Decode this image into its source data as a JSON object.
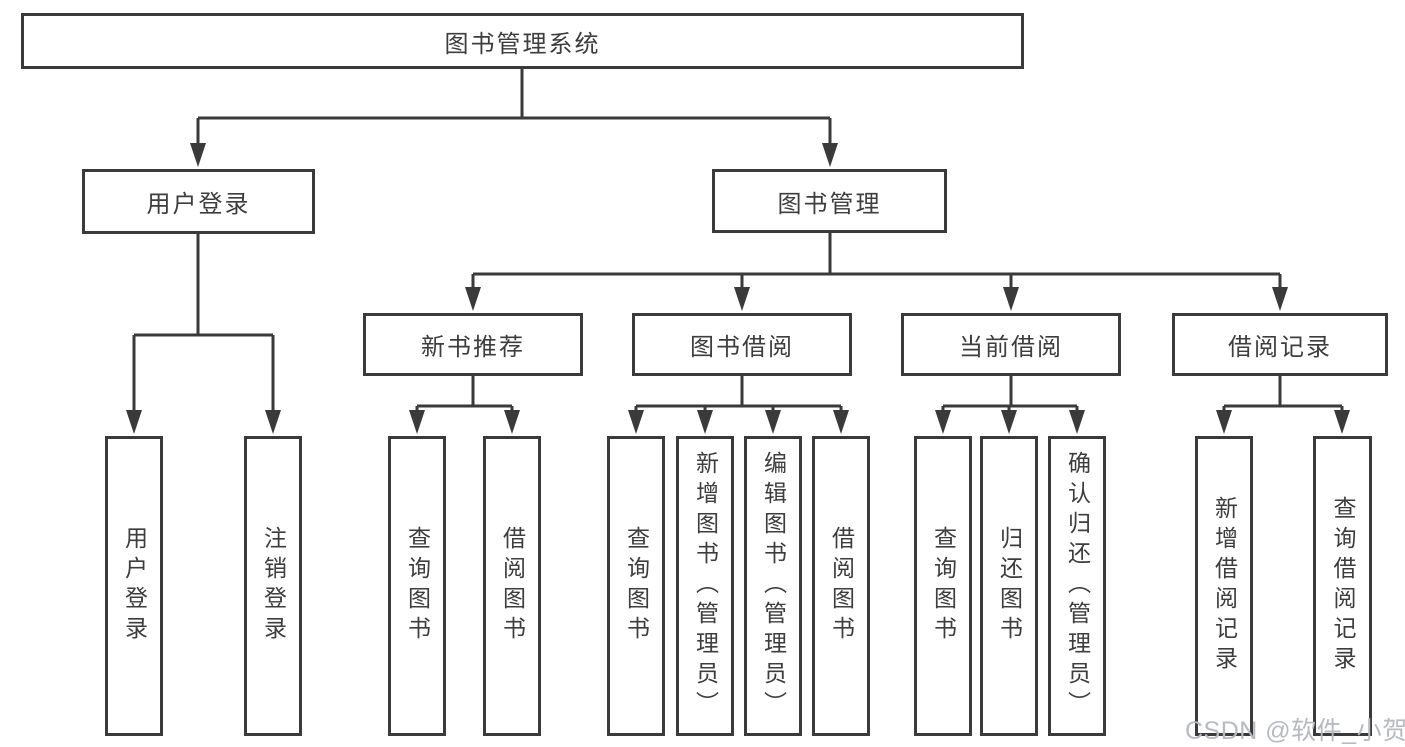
{
  "diagram": {
    "type": "hierarchy-tree",
    "root": {
      "label": "图书管理系统"
    },
    "level2": [
      {
        "label": "用户登录",
        "parent": "图书管理系统"
      },
      {
        "label": "图书管理",
        "parent": "图书管理系统"
      }
    ],
    "level3": [
      {
        "label": "新书推荐",
        "parent": "图书管理"
      },
      {
        "label": "图书借阅",
        "parent": "图书管理"
      },
      {
        "label": "当前借阅",
        "parent": "图书管理"
      },
      {
        "label": "借阅记录",
        "parent": "图书管理"
      }
    ],
    "leaves": [
      {
        "label": "用户登录",
        "parent": "用户登录"
      },
      {
        "label": "注销登录",
        "parent": "用户登录"
      },
      {
        "label": "查询图书",
        "parent": "新书推荐"
      },
      {
        "label": "借阅图书",
        "parent": "新书推荐"
      },
      {
        "label": "查询图书",
        "parent": "图书借阅"
      },
      {
        "label": "新增图书（管理员）",
        "parent": "图书借阅"
      },
      {
        "label": "编辑图书（管理员）",
        "parent": "图书借阅"
      },
      {
        "label": "借阅图书",
        "parent": "图书借阅"
      },
      {
        "label": "查询图书",
        "parent": "当前借阅"
      },
      {
        "label": "归还图书",
        "parent": "当前借阅"
      },
      {
        "label": "确认归还（管理员）",
        "parent": "当前借阅"
      },
      {
        "label": "新增借阅记录",
        "parent": "借阅记录"
      },
      {
        "label": "查询借阅记录",
        "parent": "借阅记录"
      }
    ]
  },
  "watermark": {
    "text": "CSDN @软件_小贺同学"
  },
  "colors": {
    "background": "#ffffff",
    "line": "#3a3a3a",
    "box_border": "#3a3a3a",
    "text": "#3d3d3d",
    "watermark": "#b7bbbf"
  }
}
